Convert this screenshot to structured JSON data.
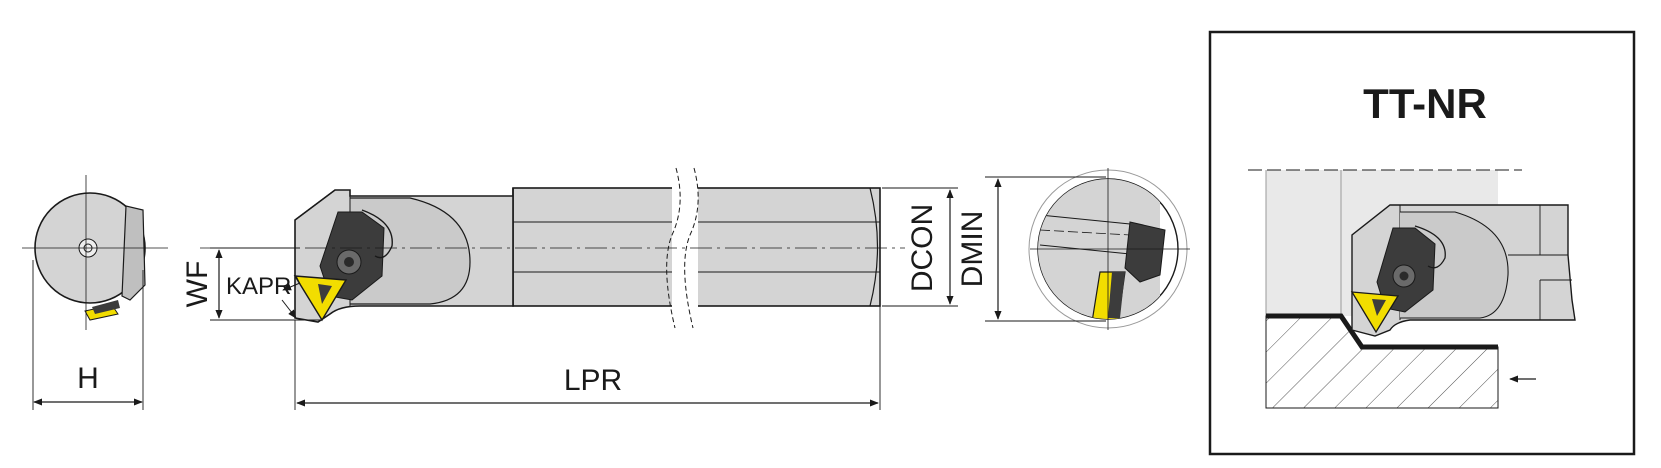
{
  "labels": {
    "h": "H",
    "wf": "WF",
    "kapr": "KAPR",
    "lpr": "LPR",
    "dcon": "DCON",
    "dmin": "DMIN",
    "insert_type": "TT-NR"
  },
  "colors": {
    "body_fill": "#d4d4d4",
    "body_dark": "#b9b9b9",
    "line": "#1a1a1a",
    "insert_yellow": "#f2dd00",
    "clamp_dark": "#3c3c3c",
    "hatch": "#555555"
  }
}
